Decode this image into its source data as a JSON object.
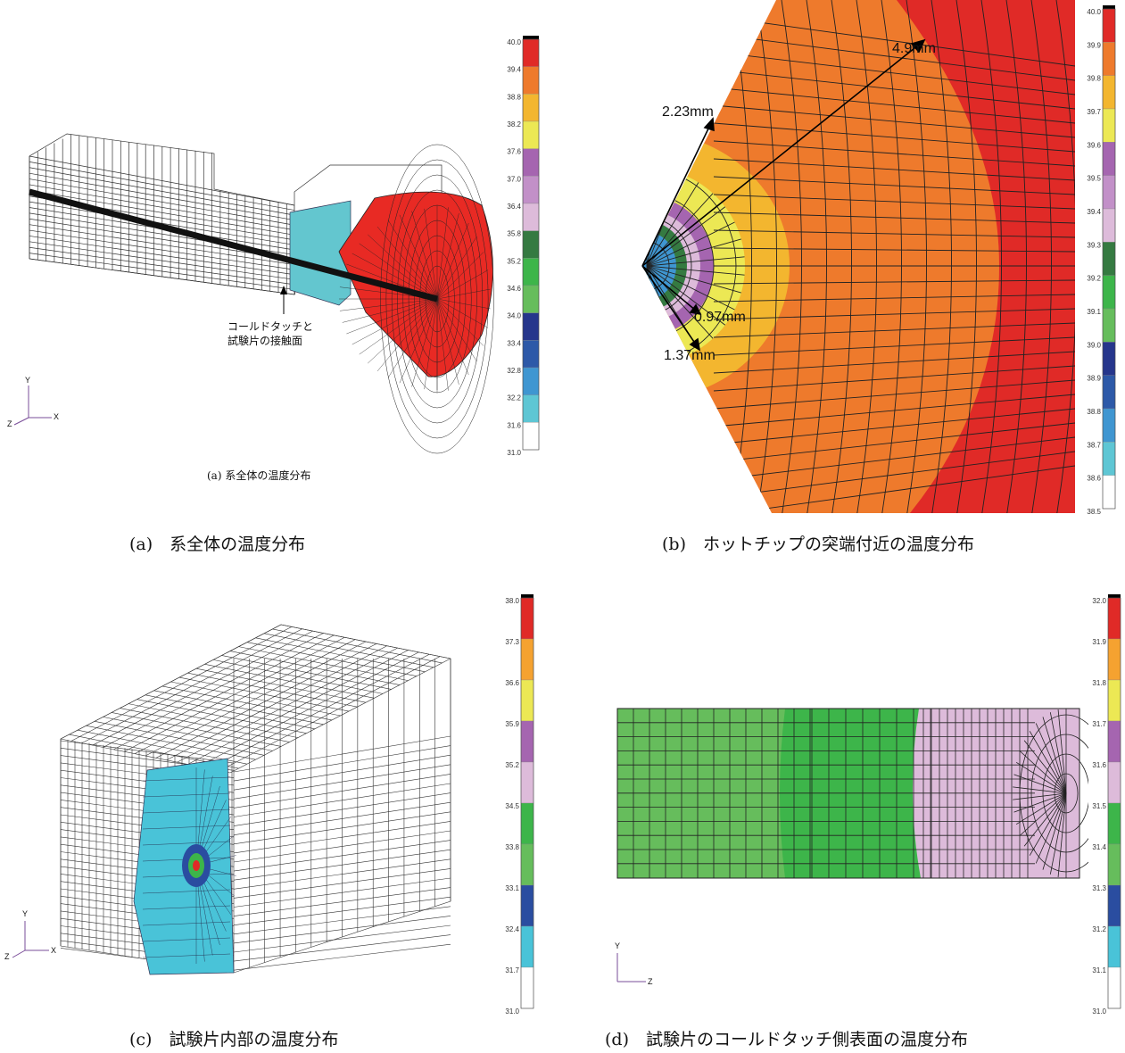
{
  "panels": [
    {
      "id": "a",
      "inner_caption": "(a) 系全体の温度分布",
      "caption": "(a)　系全体の温度分布",
      "annotation_lines": [
        "コールドタッチと",
        "試験片の接触面"
      ],
      "axes": {
        "y": "Y",
        "x": "X",
        "z": "Z"
      },
      "scale": [
        "40.0",
        "39.4",
        "38.8",
        "38.2",
        "37.6",
        "37.0",
        "36.4",
        "35.8",
        "35.2",
        "34.6",
        "34.0",
        "33.4",
        "32.8",
        "32.2",
        "31.6",
        "31.0"
      ]
    },
    {
      "id": "b",
      "caption": "(b)　ホットチップの突端付近の温度分布",
      "dims": [
        "4.9mm",
        "2.23mm",
        "0.97mm",
        "1.37mm"
      ],
      "scale": [
        "40.0",
        "39.9",
        "39.8",
        "39.7",
        "39.6",
        "39.5",
        "39.4",
        "39.3",
        "39.2",
        "39.1",
        "39.0",
        "38.9",
        "38.8",
        "38.7",
        "38.6",
        "38.5"
      ]
    },
    {
      "id": "c",
      "caption": "(c)　試験片内部の温度分布",
      "axes": {
        "y": "Y",
        "x": "X",
        "z": "Z"
      },
      "scale": [
        "38.0",
        "37.3",
        "36.6",
        "35.9",
        "35.2",
        "34.5",
        "33.8",
        "33.1",
        "32.4",
        "31.7",
        "31.0"
      ]
    },
    {
      "id": "d",
      "caption": "(d)　試験片のコールドタッチ側表面の温度分布",
      "axes": {
        "y": "Y",
        "z": "Z"
      },
      "scale": [
        "32.0",
        "31.9",
        "31.8",
        "31.7",
        "31.6",
        "31.5",
        "31.4",
        "31.3",
        "31.2",
        "31.1",
        "31.0"
      ]
    }
  ],
  "colors": {
    "scale16": [
      "#e02a27",
      "#ee7a2c",
      "#f3b62f",
      "#ece854",
      "#a565b0",
      "#c290c8",
      "#ddbbda",
      "#357a41",
      "#3db54a",
      "#66bd5c",
      "#26368c",
      "#2d59a8",
      "#3f96d1",
      "#5ec6d4",
      "#ffffff"
    ],
    "scale10": [
      "#e02a27",
      "#f5a230",
      "#ece854",
      "#a565b0",
      "#ddbbda",
      "#3db54a",
      "#66bd5c",
      "#2a4da0",
      "#49c3d8",
      "#ffffff"
    ]
  }
}
